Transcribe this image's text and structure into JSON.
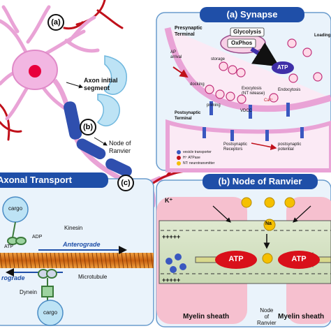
{
  "neuron": {
    "marker_a": "(a)",
    "marker_b": "(b)",
    "marker_c": "(c)",
    "axon_initial_segment": "Axon initial\nsegment",
    "node_of_ranvier": "Node of\nRanvier"
  },
  "synapse": {
    "title": "(a) Synapse",
    "presynaptic_terminal": "Presynaptic\nTerminal",
    "glycolysis": "Glycolysis",
    "oxphos": "OxPhos",
    "atp": "ATP",
    "ap_arrival": "AP\narrival",
    "storage": "storage",
    "docking": "docking",
    "priming": "priming",
    "exocytosis": "Exocytosis\n(NT release)",
    "endocytosis": "Endocytosis",
    "loading": "Loading",
    "vdcc": "VDCC",
    "calcium": "Ca²⁺",
    "postsynaptic_terminal": "Postsynaptic\nTerminal",
    "postsynaptic_receptors": "Postsynaptic\nReceptors",
    "postsynaptic_potential": "postsynaptic\npotential",
    "legend": [
      "vesicle transporter",
      "H⁺ ATPase",
      "NT: neurotransmitter"
    ]
  },
  "axonal_transport": {
    "title": "Axonal Transport",
    "cargo_top": "cargo",
    "kinesin": "Kinesin",
    "adp": "ADP",
    "atp": "ATP",
    "anterograde": "Anterograde",
    "retrograde": "rograde",
    "microtubule": "Microtubule",
    "dynein": "Dynein",
    "cargo_bottom": "cargo"
  },
  "node_of_ranvier": {
    "title": "(b) Node of Ranvier",
    "k_ion": "K⁺",
    "na_ion": "Na",
    "plus_top": "+++++",
    "plus_bottom": "+++++",
    "atp_left": "ATP",
    "atp_right": "ATP",
    "myelin_left": "Myelin sheath",
    "node_label": "Node\nof\nRanvier",
    "myelin_right": "Myelin sheath"
  },
  "colors": {
    "panel_title_blue": "#1f4fa8",
    "panel_bg": "#eaf3fb",
    "neuron_pink": "#e9a3d6",
    "soma_pink": "#f2b6e2",
    "nucleus_red": "#e8003c",
    "myelin_blue": "#bde3f5",
    "axon_blue": "#2f4fae",
    "blood_red": "#c0101a",
    "atp_red": "#d9101a",
    "sheath_pink": "#f6c0cf",
    "yellow_ion": "#f5c000"
  }
}
